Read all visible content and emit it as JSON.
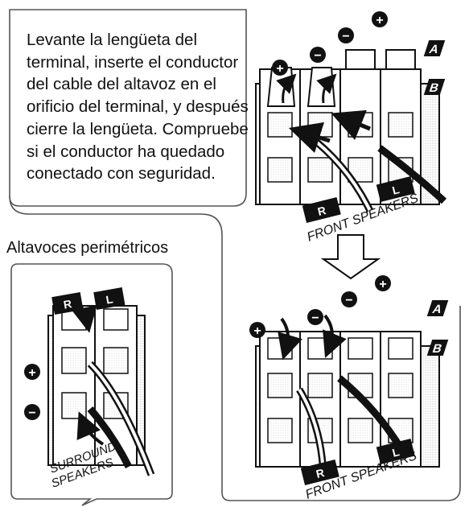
{
  "instruction_text": "Levante la lengüeta del terminal, inserte el conductor del cable del altavoz en el orificio del terminal, y después cierre la lengüeta. Compruebe si el conductor ha quedado conectado con seguridad.",
  "surround_title": "Altavoces perimétricos",
  "front_terminal": {
    "channel_labels": [
      "R",
      "L"
    ],
    "group_labels": [
      "A",
      "B"
    ],
    "polarity": [
      "+",
      "−"
    ],
    "caption": "FRONT SPEAKERS"
  },
  "surround_terminal": {
    "channel_labels": [
      "R",
      "L"
    ],
    "polarity": [
      "+",
      "−"
    ],
    "caption_line1": "SURROUND",
    "caption_line2": "SPEAKERS"
  }
}
